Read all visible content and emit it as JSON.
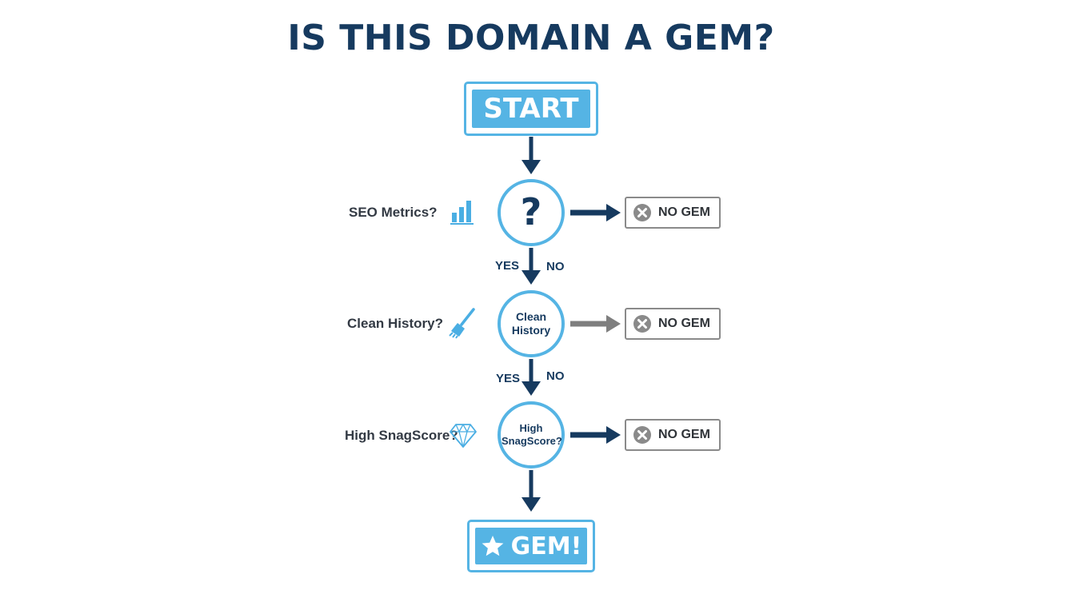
{
  "title": "IS THIS DOMAIN A GEM?",
  "colors": {
    "navy": "#163a5f",
    "blue": "#55b4e4",
    "gray": "#7f7f7f",
    "icon_blue": "#4aaee3"
  },
  "start": {
    "label": "START"
  },
  "end": {
    "label": "GEM!",
    "icon": "star-icon"
  },
  "decisions": [
    {
      "side_label": "SEO Metrics?",
      "node_text": "?",
      "side_icon": "bar-chart-icon",
      "yes_label": "YES",
      "no_label": "NO",
      "outcome": "NO GEM"
    },
    {
      "side_label": "Clean History?",
      "node_text": "Clean History",
      "side_icon": "broom-icon",
      "yes_label": "YES",
      "no_label": "NO",
      "outcome": "NO GEM"
    },
    {
      "side_label": "High SnagScore?",
      "node_text": "High SnagScore?",
      "side_icon": "diamond-icon",
      "outcome": "NO GEM"
    }
  ]
}
